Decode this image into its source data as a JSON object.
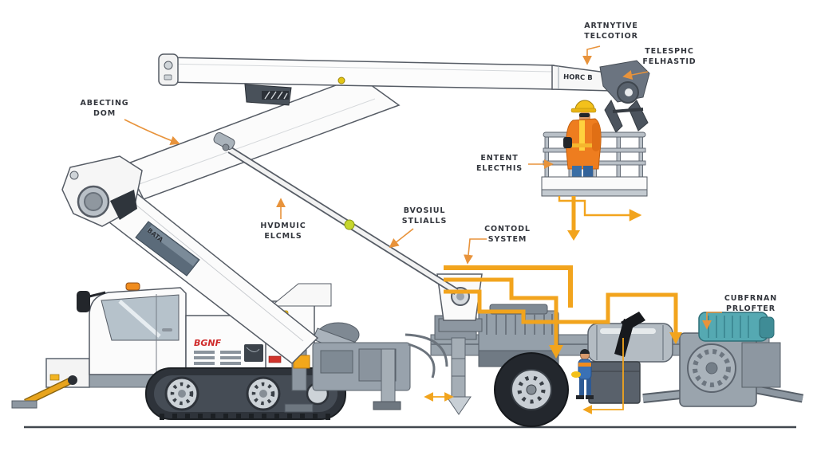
{
  "diagram": {
    "labels": {
      "boom": {
        "line1": "ABECTING",
        "line2": "DOM"
      },
      "jib": {
        "line1": "ARTNYTIVE",
        "line2": "TELCOTIOR"
      },
      "telescope": {
        "line1": "TELESPHC",
        "line2": "FELHASTID"
      },
      "platform": {
        "line1": "ENTENT",
        "line2": "ELECTHIS"
      },
      "hydraulic": {
        "line1": "HVDMUIC",
        "line2": "ELCMLS"
      },
      "outrigger": {
        "line1": "BVOSIUL",
        "line2": "STLIALLS"
      },
      "control": {
        "line1": "CONTODL",
        "line2": "SYSTEM"
      },
      "engine": {
        "line1": "CUBFRNAN",
        "line2": "PRLOFTER"
      }
    },
    "markings": {
      "truck_body": "BGNF",
      "boom_tip": "HORC B",
      "lower_boom": "BATA"
    },
    "colors": {
      "connector_orange": "#e8933b",
      "harness_yellow": "#f2a41d",
      "worker_jacket": "#ee7d1f",
      "helmet_yellow": "#f3c11b",
      "motor_teal": "#55a9b2",
      "brand_red": "#cf2a2a"
    }
  }
}
